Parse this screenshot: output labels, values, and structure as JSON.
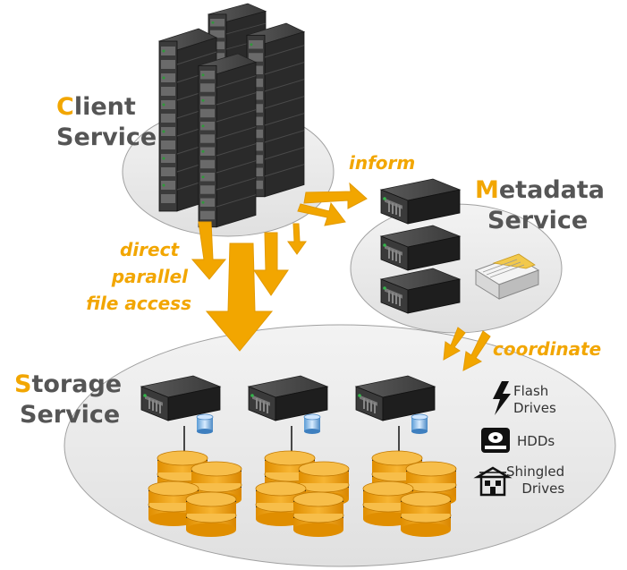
{
  "services": {
    "client": {
      "initial": "C",
      "line1_rest": "lient",
      "line2": "Service"
    },
    "metadata": {
      "initial": "M",
      "line1_rest": "etadata",
      "line2": "Service"
    },
    "storage": {
      "initial": "S",
      "line1_rest": "torage",
      "line2": "Service"
    }
  },
  "flows": {
    "inform": "inform",
    "direct": [
      "direct",
      "parallel",
      "file access"
    ],
    "coordinate": "coordinate"
  },
  "legend": [
    {
      "icon": "flash-icon",
      "line1": "Flash",
      "line2": "Drives"
    },
    {
      "icon": "hdd-icon",
      "line1": "HDDs",
      "line2": ""
    },
    {
      "icon": "shingled-icon",
      "line1": "Shingled",
      "line2": "Drives"
    }
  ],
  "colors": {
    "accent": "#F2A600",
    "label_gray": "#555555",
    "ellipse_fill": "#EBEBEB",
    "ellipse_stroke": "#A0A0A0",
    "server_body": "#2B2B2B",
    "disk_orange": "#F0A100"
  }
}
